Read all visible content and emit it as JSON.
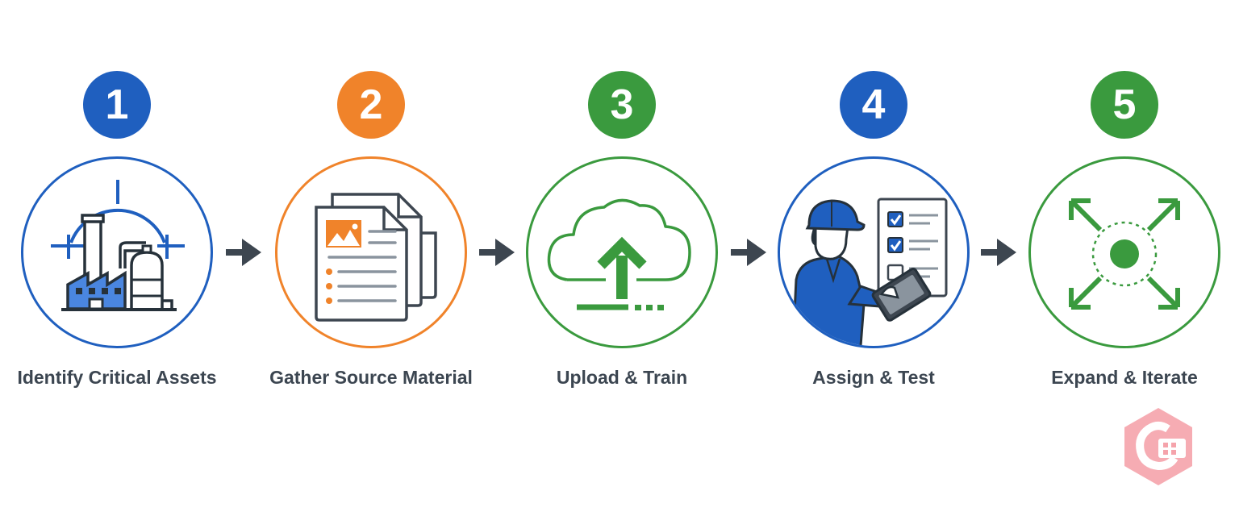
{
  "colors": {
    "blue": "#1f5fbf",
    "orange": "#f0832a",
    "green": "#3a9a3e",
    "arrow": "#3d4650",
    "label": "#3c4651"
  },
  "steps": [
    {
      "number": "1",
      "label": "Identify Critical Assets",
      "color": "#1f5fbf",
      "icon": "factory-target-icon"
    },
    {
      "number": "2",
      "label": "Gather Source Material",
      "color": "#f0832a",
      "icon": "documents-icon"
    },
    {
      "number": "3",
      "label": "Upload & Train",
      "color": "#3a9a3e",
      "icon": "cloud-upload-icon"
    },
    {
      "number": "4",
      "label": "Assign & Test",
      "color": "#1f5fbf",
      "icon": "worker-checklist-icon"
    },
    {
      "number": "5",
      "label": "Expand & Iterate",
      "color": "#3a9a3e",
      "icon": "expand-arrows-icon"
    }
  ]
}
